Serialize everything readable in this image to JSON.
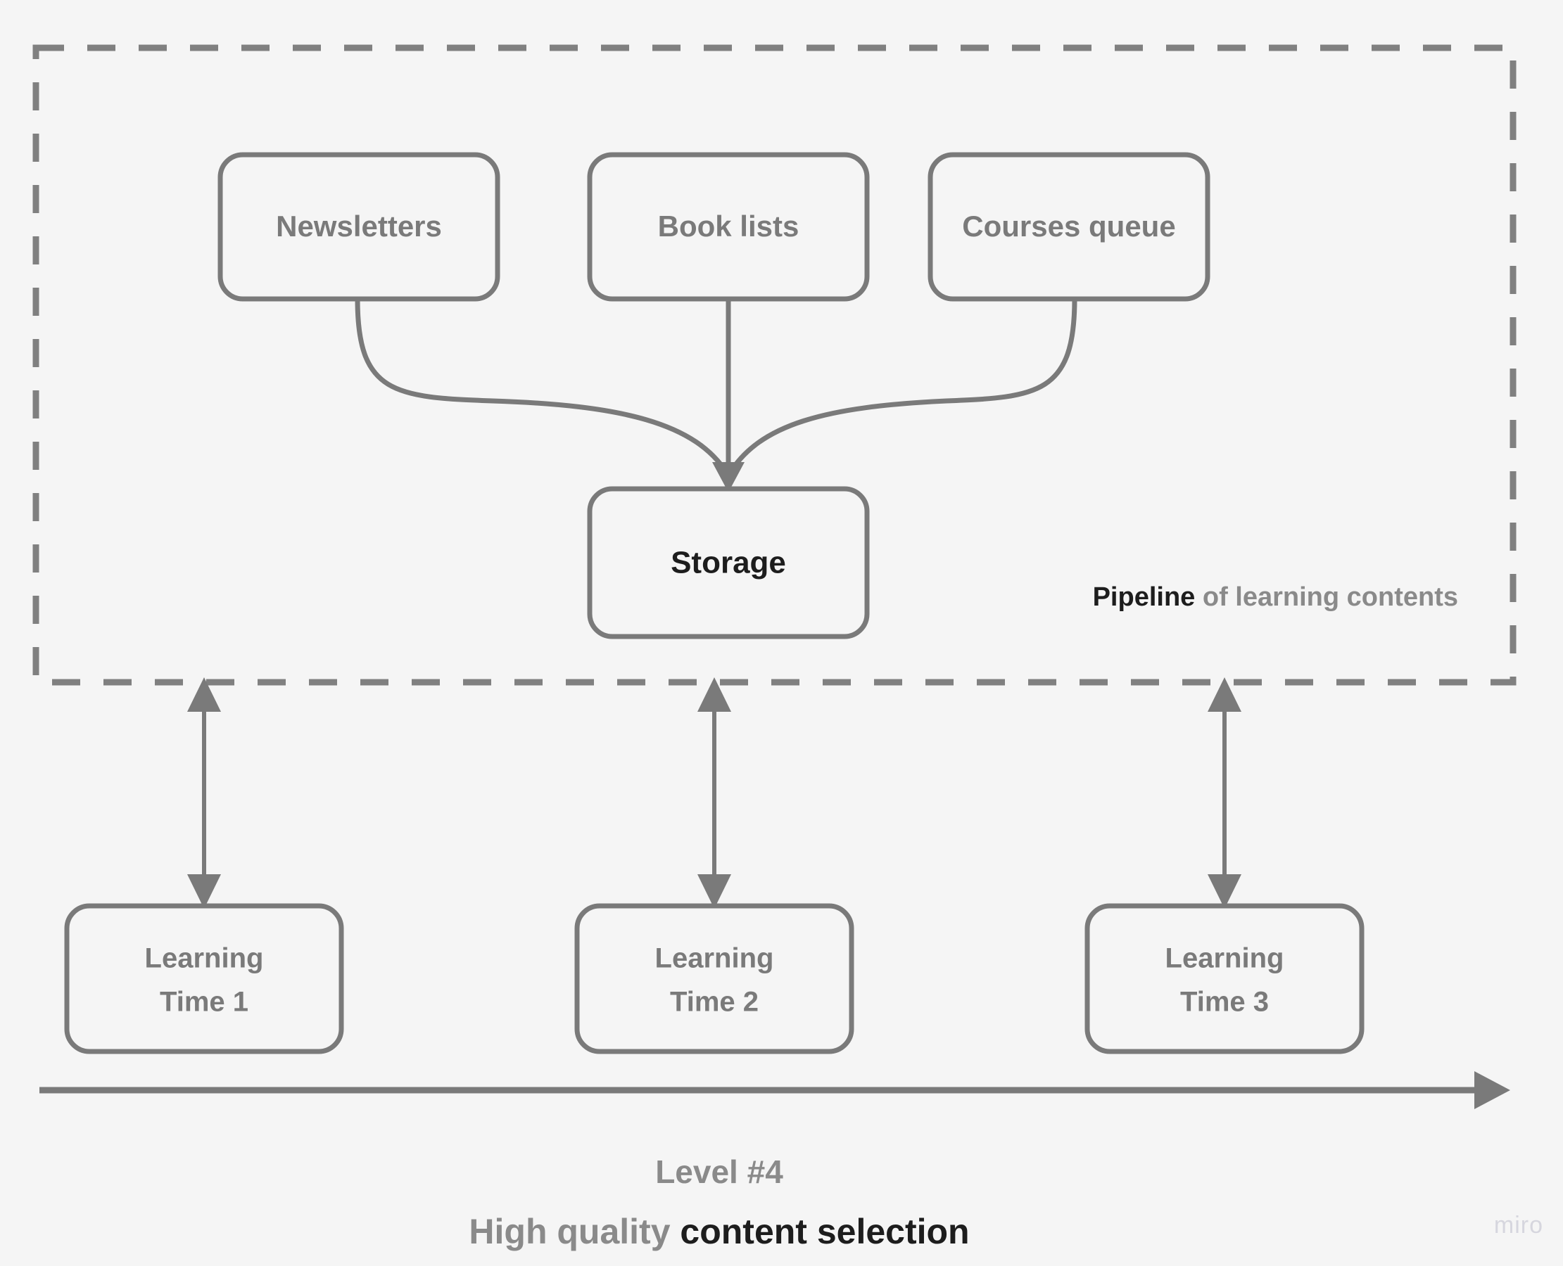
{
  "canvas": {
    "background": "#f5f5f5",
    "stroke_color": "#7a7a7a",
    "dash_color": "#808080",
    "label_gray": "#7a7a7a",
    "label_dark": "#1d1d1d"
  },
  "region": {
    "name": "pipeline-region",
    "label_strong": "Pipeline",
    "label_rest": " of learning contents"
  },
  "sources": [
    {
      "id": "newsletters",
      "label": "Newsletters",
      "emphasis": "gray"
    },
    {
      "id": "book-lists",
      "label": "Book lists",
      "emphasis": "gray"
    },
    {
      "id": "courses-queue",
      "label": "Courses queue",
      "emphasis": "gray"
    }
  ],
  "storage": {
    "id": "storage",
    "label": "Storage",
    "emphasis": "dark"
  },
  "learning_times": [
    {
      "id": "learning-time-1",
      "line1": "Learning",
      "line2": "Time 1"
    },
    {
      "id": "learning-time-2",
      "line1": "Learning",
      "line2": "Time 2"
    },
    {
      "id": "learning-time-3",
      "line1": "Learning",
      "line2": "Time 3"
    }
  ],
  "caption": {
    "level": "Level #4",
    "subtitle_gray": "High quality ",
    "subtitle_dark": "content selection"
  },
  "watermark": "miro"
}
